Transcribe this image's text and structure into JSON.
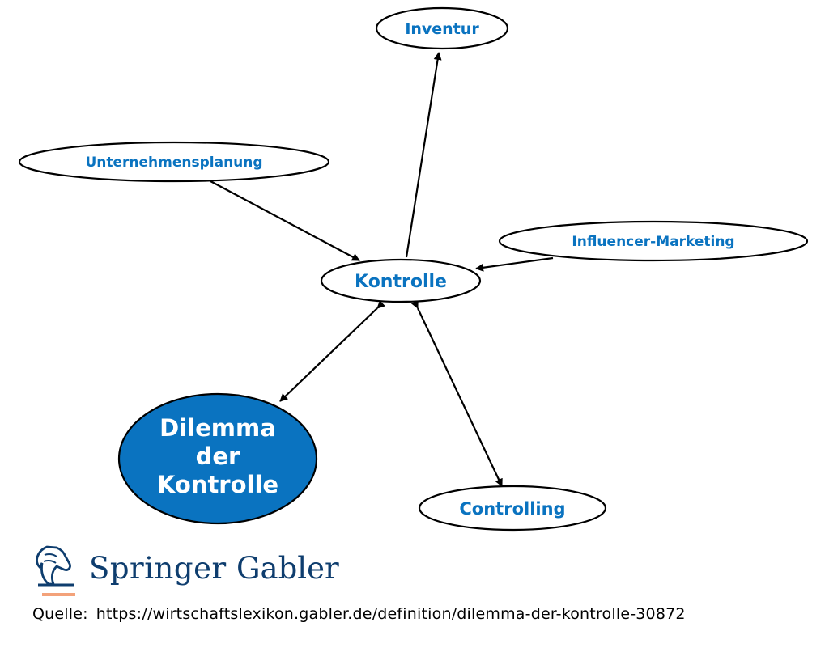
{
  "diagram": {
    "nodes": {
      "kontrolle": "Kontrolle",
      "inventur": "Inventur",
      "unternehmensplanung": "Unternehmensplanung",
      "influencer": "Influencer-Marketing",
      "controlling": "Controlling",
      "dilemma": [
        "Dilemma",
        "der",
        "Kontrolle"
      ]
    },
    "edges": [
      {
        "from": "kontrolle",
        "to": "inventur",
        "direction": "forward"
      },
      {
        "from": "unternehmensplanung",
        "to": "kontrolle",
        "direction": "forward"
      },
      {
        "from": "influencer",
        "to": "kontrolle",
        "direction": "forward"
      },
      {
        "from": "kontrolle",
        "to": "dilemma",
        "direction": "both"
      },
      {
        "from": "kontrolle",
        "to": "controlling",
        "direction": "both"
      }
    ],
    "colors": {
      "accent": "#0a73c0",
      "center_fill": "#0a73c0",
      "logo_orange": "#f3a27a",
      "logo_navy": "#0e3d6e"
    }
  },
  "logo": {
    "brand_main": "Springer",
    "brand_sub": "Gabler",
    "icon": "knight-chess-icon"
  },
  "footer": {
    "source_label": "Quelle:",
    "source_url": "https://wirtschaftslexikon.gabler.de/definition/dilemma-der-kontrolle-30872"
  }
}
